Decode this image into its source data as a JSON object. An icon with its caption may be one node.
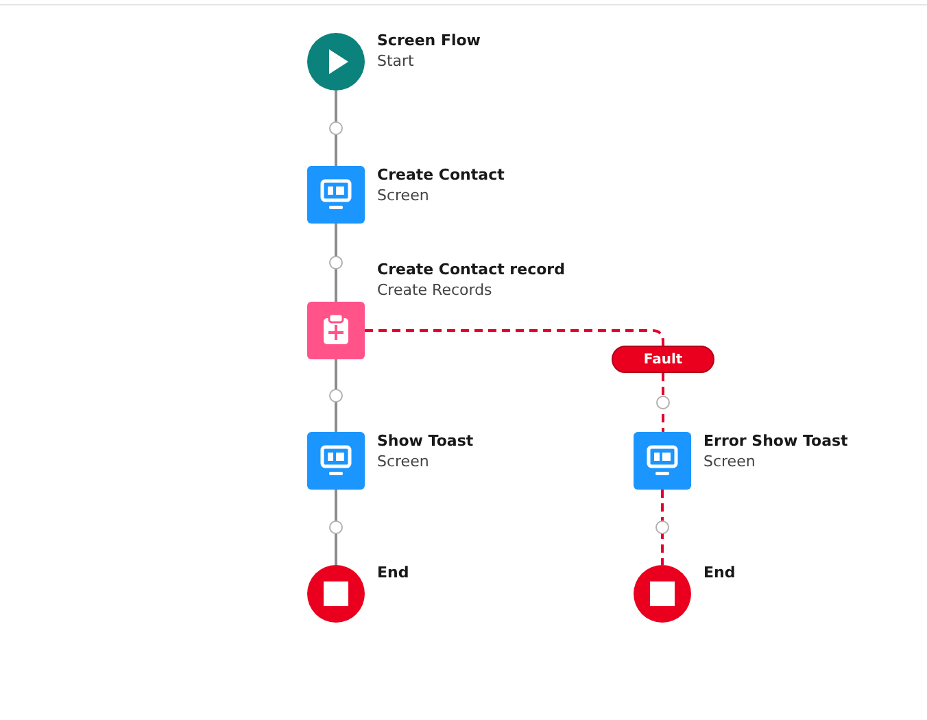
{
  "diagram": {
    "nodes": [
      {
        "text": [
          "Screen Flow",
          "Start"
        ]
      },
      {
        "text": [
          "Create Contact",
          "Screen"
        ]
      },
      {
        "text": [
          "Create Contact record",
          "Create Records"
        ]
      },
      {
        "text": [
          "Show Toast",
          "Screen"
        ]
      },
      {
        "text": [
          "End"
        ]
      },
      {
        "text": [
          "Fault"
        ]
      },
      {
        "text": [
          "Error Show Toast",
          "Screen"
        ]
      },
      {
        "text": [
          "End"
        ]
      }
    ],
    "edges": [
      {
        "from": 0,
        "to": 1,
        "arrow": "none"
      },
      {
        "from": 1,
        "to": 2,
        "arrow": "none"
      },
      {
        "from": 2,
        "to": 3,
        "arrow": "none"
      },
      {
        "from": 3,
        "to": 4,
        "arrow": "none"
      },
      {
        "from": 2,
        "to": 5,
        "arrow": "none",
        "style": "dashed",
        "color": "#e4002b"
      },
      {
        "from": 5,
        "to": 6,
        "arrow": "none",
        "style": "dashed",
        "color": "#e4002b"
      },
      {
        "from": 6,
        "to": 7,
        "arrow": "none",
        "style": "dashed",
        "color": "#e4002b"
      }
    ]
  }
}
